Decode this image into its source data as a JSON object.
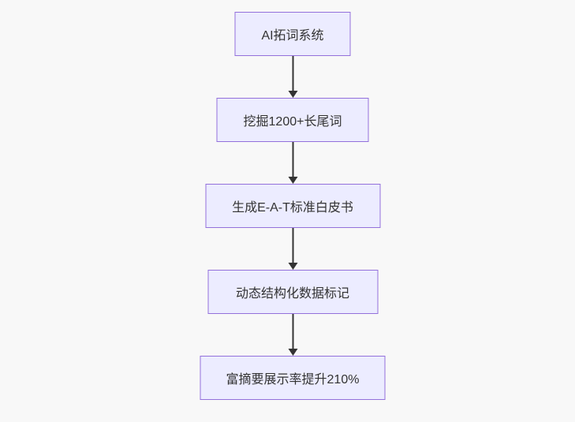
{
  "diagram": {
    "type": "flowchart-top-down",
    "colors": {
      "background": "#f8f8f8",
      "node_fill": "#ececff",
      "node_border": "#9370db",
      "text": "#333333",
      "arrow": "#333333"
    },
    "nodes": [
      {
        "label": "AI拓词系统"
      },
      {
        "label": "挖掘1200+长尾词"
      },
      {
        "label": "生成E-A-T标准白皮书"
      },
      {
        "label": "动态结构化数据标记"
      },
      {
        "label": "富摘要展示率提升210%"
      }
    ],
    "edges": [
      {
        "from": 0,
        "to": 1,
        "style": "arrow-down"
      },
      {
        "from": 1,
        "to": 2,
        "style": "arrow-down"
      },
      {
        "from": 2,
        "to": 3,
        "style": "arrow-down"
      },
      {
        "from": 3,
        "to": 4,
        "style": "arrow-down"
      }
    ]
  }
}
